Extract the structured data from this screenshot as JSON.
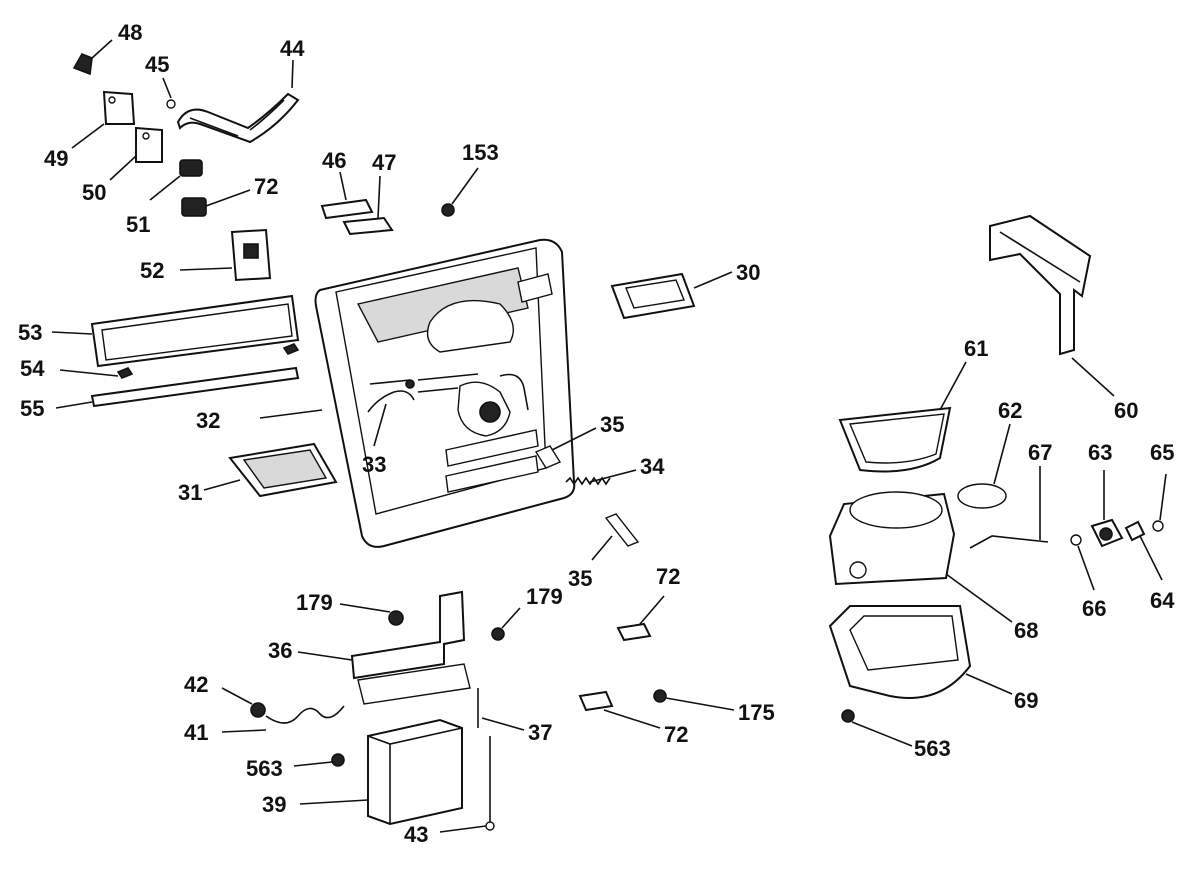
{
  "callouts": {
    "c48": "48",
    "c45": "45",
    "c44": "44",
    "c49": "49",
    "c50": "50",
    "c51": "51",
    "c72a": "72",
    "c46": "46",
    "c47": "47",
    "c153": "153",
    "c52": "52",
    "c30": "30",
    "c53": "53",
    "c54": "54",
    "c55": "55",
    "c32": "32",
    "c33": "33",
    "c35a": "35",
    "c34": "34",
    "c35b": "35",
    "c31": "31",
    "c72b": "72",
    "c179a": "179",
    "c179b": "179",
    "c36": "36",
    "c42": "42",
    "c41": "41",
    "c37": "37",
    "c72c": "72",
    "c175": "175",
    "c563a": "563",
    "c39": "39",
    "c43": "43",
    "c60": "60",
    "c61": "61",
    "c62": "62",
    "c67": "67",
    "c63": "63",
    "c65": "65",
    "c66": "66",
    "c64": "64",
    "c68": "68",
    "c69": "69",
    "c563b": "563"
  }
}
